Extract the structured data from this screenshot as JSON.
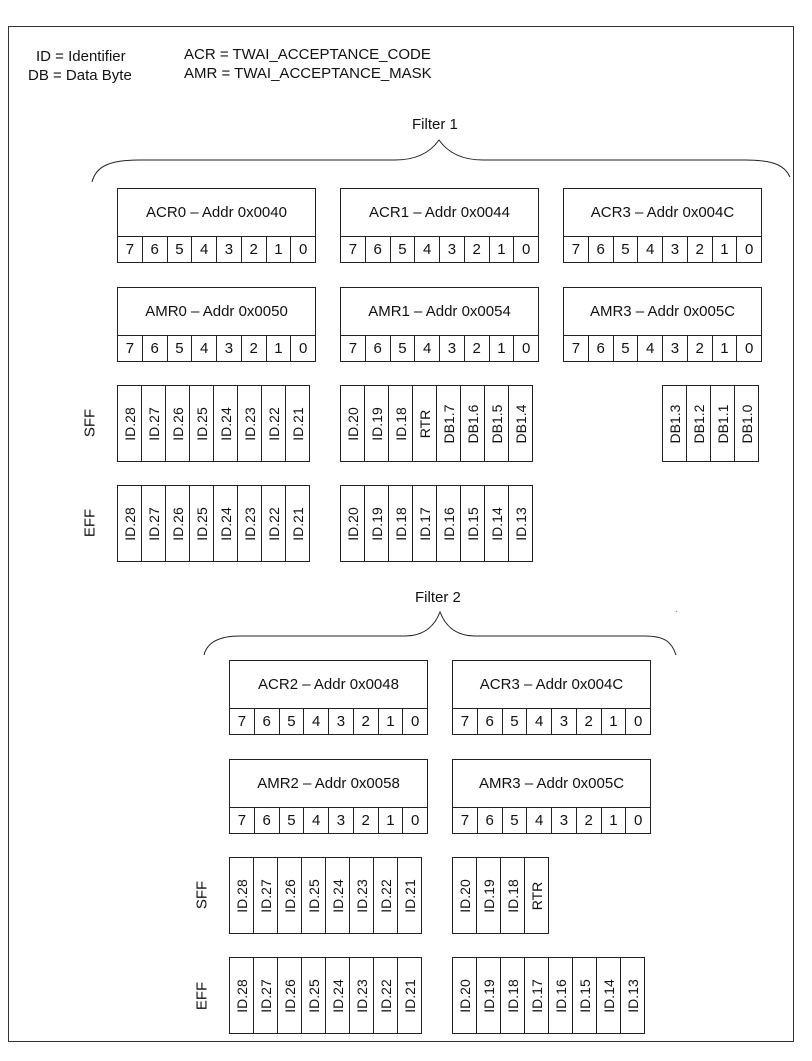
{
  "legend": {
    "id_def": "ID = Identifier",
    "db_def": "DB = Data Byte",
    "acr_def": "ACR = TWAI_ACCEPTANCE_CODE",
    "amr_def": "AMR = TWAI_ACCEPTANCE_MASK"
  },
  "bit_labels": [
    "7",
    "6",
    "5",
    "4",
    "3",
    "2",
    "1",
    "0"
  ],
  "filter1": {
    "title": "Filter 1",
    "acr": [
      "ACR0 – Addr 0x0040",
      "ACR1 – Addr 0x0044",
      "ACR3 – Addr 0x004C"
    ],
    "amr": [
      "AMR0 – Addr 0x0050",
      "AMR1 – Addr 0x0054",
      "AMR3 – Addr 0x005C"
    ],
    "sff_label": "SFF",
    "eff_label": "EFF",
    "sff": [
      [
        "ID.28",
        "ID.27",
        "ID.26",
        "ID.25",
        "ID.24",
        "ID.23",
        "ID.22",
        "ID.21"
      ],
      [
        "ID.20",
        "ID.19",
        "ID.18",
        "RTR",
        "DB1.7",
        "DB1.6",
        "DB1.5",
        "DB1.4"
      ],
      [
        "DB1.3",
        "DB1.2",
        "DB1.1",
        "DB1.0"
      ]
    ],
    "eff": [
      [
        "ID.28",
        "ID.27",
        "ID.26",
        "ID.25",
        "ID.24",
        "ID.23",
        "ID.22",
        "ID.21"
      ],
      [
        "ID.20",
        "ID.19",
        "ID.18",
        "ID.17",
        "ID.16",
        "ID.15",
        "ID.14",
        "ID.13"
      ]
    ]
  },
  "filter2": {
    "title": "Filter 2",
    "acr": [
      "ACR2 – Addr 0x0048",
      "ACR3 – Addr 0x004C"
    ],
    "amr": [
      "AMR2 – Addr 0x0058",
      "AMR3 – Addr 0x005C"
    ],
    "sff_label": "SFF",
    "eff_label": "EFF",
    "sff": [
      [
        "ID.28",
        "ID.27",
        "ID.26",
        "ID.25",
        "ID.24",
        "ID.23",
        "ID.22",
        "ID.21"
      ],
      [
        "ID.20",
        "ID.19",
        "ID.18",
        "RTR"
      ]
    ],
    "eff": [
      [
        "ID.28",
        "ID.27",
        "ID.26",
        "ID.25",
        "ID.24",
        "ID.23",
        "ID.22",
        "ID.21"
      ],
      [
        "ID.20",
        "ID.19",
        "ID.18",
        "ID.17",
        "ID.16",
        "ID.15",
        "ID.14",
        "ID.13"
      ]
    ]
  }
}
